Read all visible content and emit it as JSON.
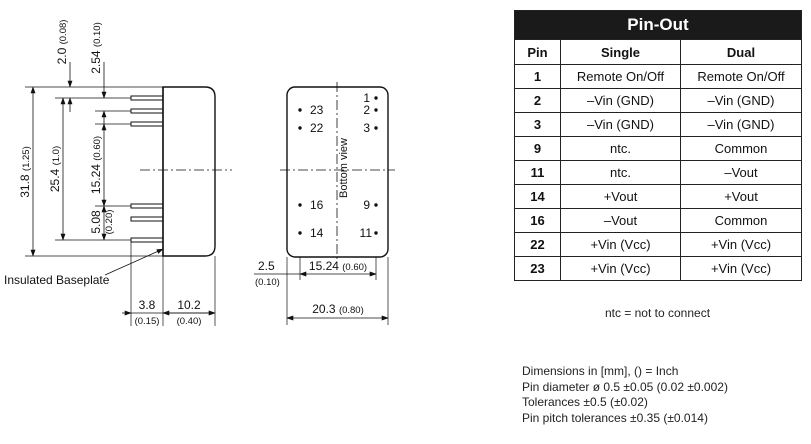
{
  "side_view": {
    "dim_top_offset": "2.0",
    "dim_top_offset_in": "(0.08)",
    "dim_pin_pitch": "2.54",
    "dim_pin_pitch_in": "(0.10)",
    "dim_height": "31.8",
    "dim_height_in": "(1.25)",
    "dim_row_span": "25.4",
    "dim_row_span_in": "(1.0)",
    "dim_inner_span": "15.24",
    "dim_inner_span_in": "(0.60)",
    "dim_small_gap": "5.08",
    "dim_small_gap_in": "(0.20)",
    "baseplate_label": "Insulated Baseplate",
    "dim_base": "3.8",
    "dim_base_in": "(0.15)",
    "dim_depth": "10.2",
    "dim_depth_in": "(0.40)"
  },
  "bottom_view": {
    "label": "Bottom view",
    "pins_left": [
      "23",
      "22",
      "16",
      "14"
    ],
    "pins_right": [
      "1",
      "2",
      "3",
      "9",
      "11"
    ],
    "dim_offset": "2.5",
    "dim_offset_in": "(0.10)",
    "dim_row_pitch": "15.24",
    "dim_row_pitch_in": "(0.60)",
    "dim_width": "20.3",
    "dim_width_in": "(0.80)"
  },
  "pinout": {
    "title": "Pin-Out",
    "headers": [
      "Pin",
      "Single",
      "Dual"
    ],
    "rows": [
      [
        "1",
        "Remote On/Off",
        "Remote On/Off"
      ],
      [
        "2",
        "–Vin (GND)",
        "–Vin (GND)"
      ],
      [
        "3",
        "–Vin (GND)",
        "–Vin (GND)"
      ],
      [
        "9",
        "ntc.",
        "Common"
      ],
      [
        "11",
        "ntc.",
        "–Vout"
      ],
      [
        "14",
        "+Vout",
        "+Vout"
      ],
      [
        "16",
        "–Vout",
        "Common"
      ],
      [
        "22",
        "+Vin (Vcc)",
        "+Vin (Vcc)"
      ],
      [
        "23",
        "+Vin (Vcc)",
        "+Vin (Vcc)"
      ]
    ],
    "footnote": "ntc = not to connect"
  },
  "notes": [
    "Dimensions in [mm], () = Inch",
    "Pin diameter ø 0.5 ±0.05  (0.02 ±0.002)",
    "Tolerances  ±0.5 (±0.02)",
    "Pin pitch tolerances ±0.35 (±0.014)"
  ]
}
